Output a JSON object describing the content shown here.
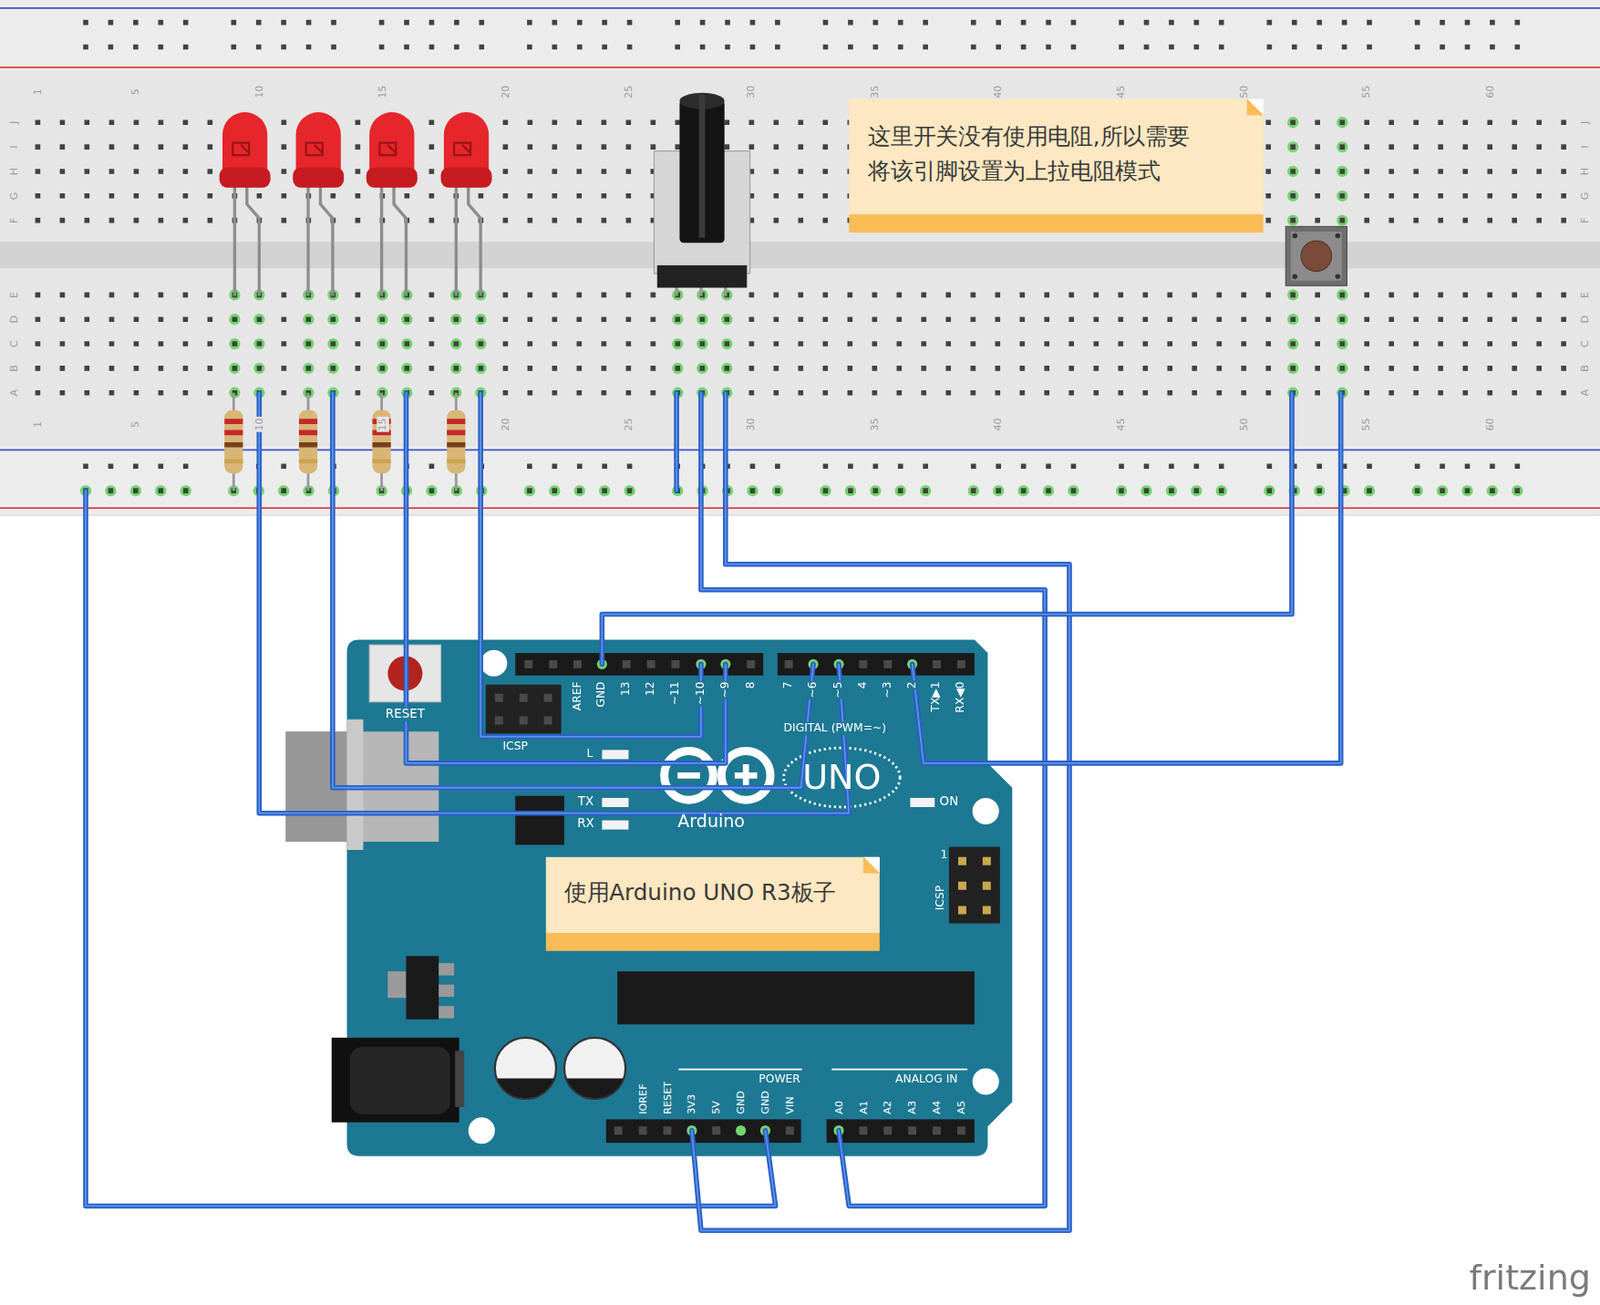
{
  "diagram": {
    "nodes": [
      {
        "text": [
          "这里开关没有使用电阻,所以需要 将该引脚设置为上拉电阻模式"
        ]
      },
      {
        "text": [
          "使用Arduino UNO R3板子"
        ]
      }
    ],
    "labels": [
      "1",
      "5",
      "10",
      "15",
      "20",
      "25",
      "30",
      "35",
      "40",
      "45",
      "50",
      "55",
      "60",
      "J",
      "I",
      "H",
      "G",
      "F",
      "J",
      "I",
      "H",
      "G",
      "F",
      "E",
      "D",
      "C",
      "B",
      "A",
      "E",
      "D",
      "C",
      "B",
      "A",
      "1",
      "5",
      "10",
      "15",
      "20",
      "25",
      "30",
      "35",
      "40",
      "45",
      "50",
      "55",
      "60",
      "RESET",
      "ICSP",
      "AREF",
      "GND",
      "13",
      "12",
      "~11",
      "~10",
      "~9",
      "8",
      "7",
      "~6",
      "~5",
      "4",
      "~3",
      "2",
      "TX▶1",
      "RX◀0",
      "DIGITAL (PWM=~)",
      "L",
      "TX",
      "RX",
      "ON",
      "UNO",
      "Arduino",
      "1",
      "ICSP",
      "IOREF",
      "RESET",
      "3V3",
      "5V",
      "GND",
      "GND",
      "VIN",
      "POWER",
      "ANALOG IN",
      "A0",
      "A1",
      "A2",
      "A3",
      "A4",
      "A5",
      "fritzing"
    ]
  }
}
